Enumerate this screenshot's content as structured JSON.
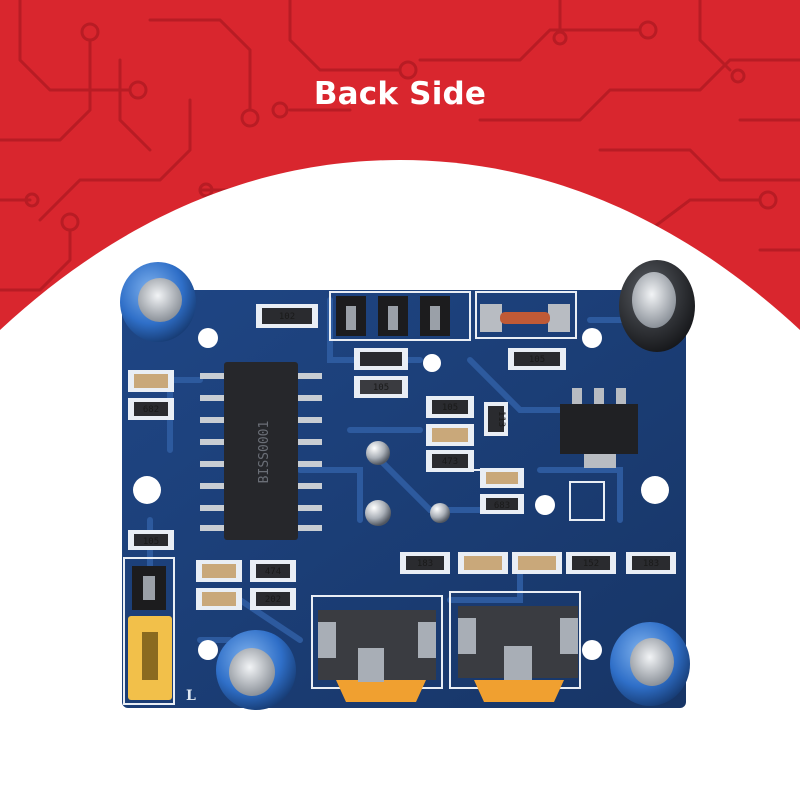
{
  "title": "Back Side",
  "colors": {
    "banner_red": "#d9262e",
    "trace_red": "#b81c24",
    "background": "#ffffff",
    "pcb_blue": "#1c3f7a",
    "pcb_trace": "#2d5a9e",
    "silkscreen": "#e9eef5",
    "jumper_yellow": "#f2c04a",
    "lens_orange": "#f0a030"
  },
  "board": {
    "ic_marking": "BISS0001",
    "smd_labels": {
      "r1": "102",
      "r2": "105",
      "r3": "105",
      "r4": "105",
      "r5": "473",
      "r6": "113",
      "r7": "683",
      "r8": "183",
      "r9": "152",
      "r10": "183",
      "r11": "474",
      "r12": "202",
      "r13": "105",
      "r14": "682"
    },
    "silk_letter": "L"
  }
}
